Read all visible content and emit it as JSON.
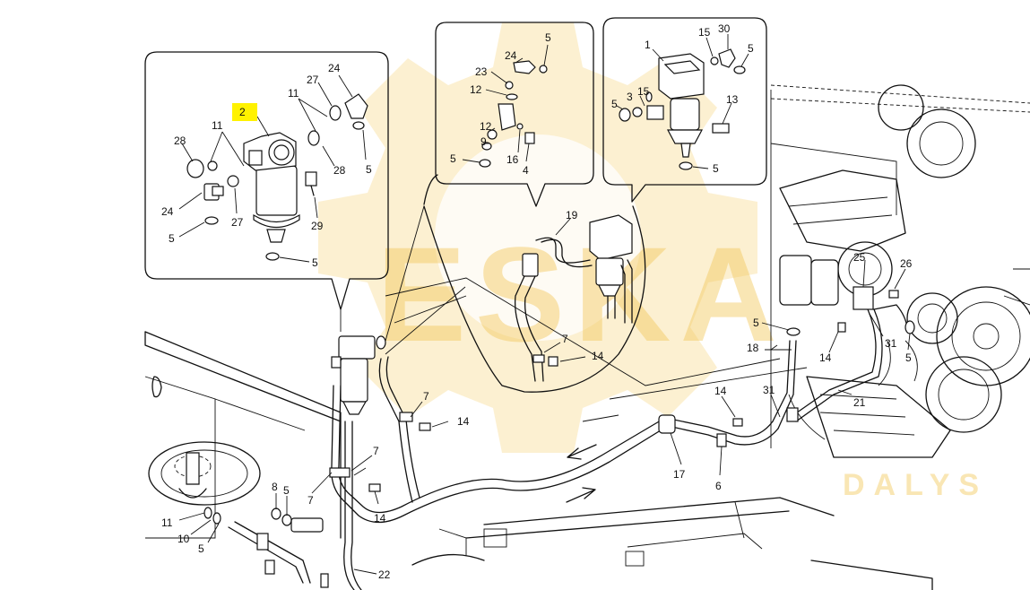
{
  "watermark": {
    "brand": "ESKA",
    "sub": "DALYS",
    "color": "#f3c85a"
  },
  "highlight": {
    "color": "#fff200",
    "callout": "2"
  },
  "callouts": {
    "c2": "2",
    "c24a": "24",
    "c27a": "27",
    "c11a": "11",
    "c11b": "11",
    "c28a": "28",
    "c28b": "28",
    "c5a": "5",
    "c24b": "24",
    "c27b": "27",
    "c29": "29",
    "c5b": "5",
    "c5c": "5",
    "c5d": "5",
    "c24c": "24",
    "c23": "23",
    "c12a": "12",
    "c12b": "12",
    "c9": "9",
    "c5e": "5",
    "c16": "16",
    "c4": "4",
    "c1": "1",
    "c15a": "15",
    "c30": "30",
    "c5f": "5",
    "c15b": "15",
    "c3": "3",
    "c5g": "5",
    "c13": "13",
    "c5h": "5",
    "c19": "19",
    "c7a": "7",
    "c14a": "14",
    "c25": "25",
    "c26": "26",
    "c5i": "5",
    "c18": "18",
    "c14b": "14",
    "c31a": "31",
    "c5j": "5",
    "c21": "21",
    "c14c": "14",
    "c31b": "31",
    "c17": "17",
    "c6": "6",
    "c7b": "7",
    "c14d": "14",
    "c7c": "7",
    "c7d": "7",
    "c14e": "14",
    "c8": "8",
    "c5k": "5",
    "c11c": "11",
    "c10": "10",
    "c5l": "5",
    "c22": "22"
  }
}
